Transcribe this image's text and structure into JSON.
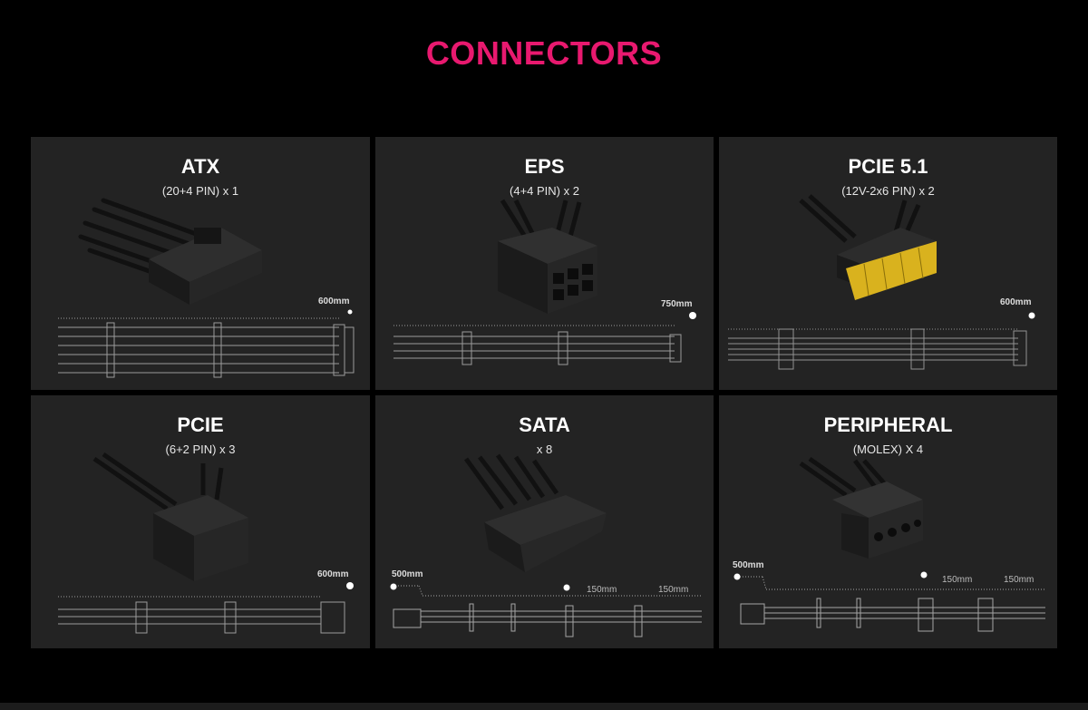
{
  "page": {
    "title": "CONNECTORS",
    "accent": "#e8196f"
  },
  "connectors": [
    {
      "name": "ATX",
      "spec": "(20+4 PIN) x 1",
      "lengths": [
        "600mm"
      ]
    },
    {
      "name": "EPS",
      "spec": "(4+4 PIN) x 2",
      "lengths": [
        "750mm"
      ]
    },
    {
      "name": "PCIE 5.1",
      "spec": "(12V-2x6 PIN) x 2",
      "lengths": [
        "600mm"
      ]
    },
    {
      "name": "PCIE",
      "spec": "(6+2 PIN) x 3",
      "lengths": [
        "600mm"
      ]
    },
    {
      "name": "SATA",
      "spec": "x 8",
      "lengths": [
        "500mm",
        "150mm",
        "150mm"
      ]
    },
    {
      "name": "PERIPHERAL",
      "spec": "(MOLEX) X 4",
      "lengths": [
        "500mm",
        "150mm",
        "150mm"
      ]
    }
  ]
}
